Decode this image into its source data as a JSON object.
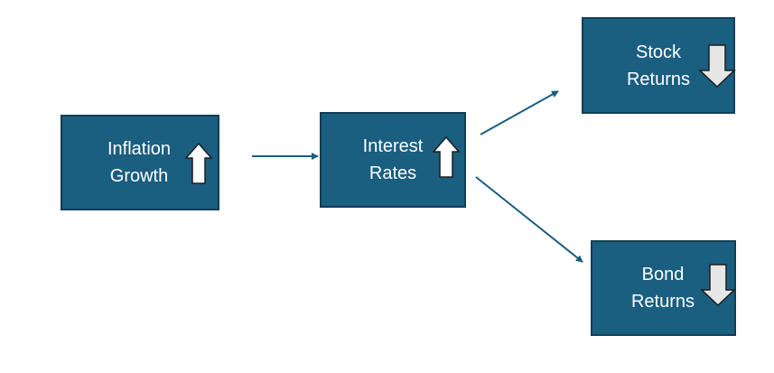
{
  "diagram": {
    "nodes": [
      {
        "id": "inflation",
        "line1": "Inflation",
        "line2": "Growth",
        "trend": "up",
        "trend_icon": "arrow-up-icon"
      },
      {
        "id": "rates",
        "line1": "Interest",
        "line2": "Rates",
        "trend": "up",
        "trend_icon": "arrow-up-icon"
      },
      {
        "id": "stock",
        "line1": "Stock",
        "line2": "Returns",
        "trend": "down",
        "trend_icon": "arrow-down-icon"
      },
      {
        "id": "bond",
        "line1": "Bond",
        "line2": "Returns",
        "trend": "down",
        "trend_icon": "arrow-down-icon"
      }
    ],
    "edges": [
      {
        "from": "inflation",
        "to": "rates"
      },
      {
        "from": "rates",
        "to": "stock"
      },
      {
        "from": "rates",
        "to": "bond"
      }
    ],
    "colors": {
      "node_fill": "#1a5e80",
      "node_border": "#123f56",
      "node_text": "#ffffff",
      "connector": "#1a5e80",
      "up_arrow_fill": "#ffffff",
      "down_arrow_fill": "#e6e6e6",
      "arrow_outline": "#1e1e1e"
    }
  }
}
